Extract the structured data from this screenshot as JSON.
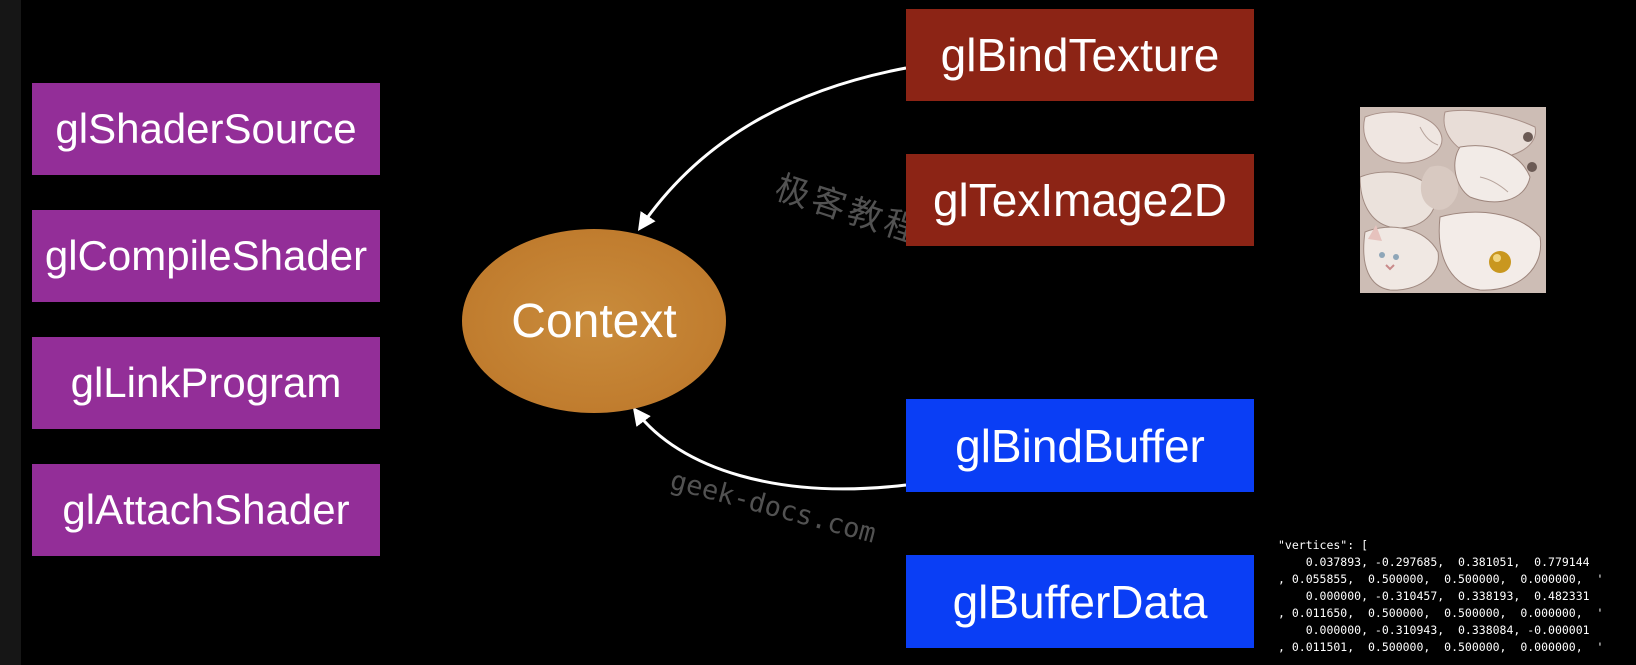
{
  "left_boxes": [
    {
      "label": "glShaderSource"
    },
    {
      "label": "glCompileShader"
    },
    {
      "label": "glLinkProgram"
    },
    {
      "label": "glAttachShader"
    }
  ],
  "texture_boxes": [
    {
      "label": "glBindTexture"
    },
    {
      "label": "glTexImage2D"
    }
  ],
  "buffer_boxes": [
    {
      "label": "glBindBuffer"
    },
    {
      "label": "glBufferData"
    }
  ],
  "context": {
    "label": "Context"
  },
  "watermarks": {
    "chinese": "极客教程",
    "domain": "geek-docs.com"
  },
  "code": {
    "header": "\"vertices\": [",
    "lines": [
      "    0.037893, -0.297685,  0.381051,  0.779144",
      ", 0.055855,  0.500000,  0.500000,  0.000000,  '",
      "    0.000000, -0.310457,  0.338193,  0.482331",
      ", 0.011650,  0.500000,  0.500000,  0.000000,  '",
      "    0.000000, -0.310943,  0.338084, -0.000001",
      ", 0.011501,  0.500000,  0.500000,  0.000000,  '"
    ]
  },
  "colors": {
    "background": "#000000",
    "purple": "#932e98",
    "red": "#8c2415",
    "blue": "#0a3ef5",
    "context": "#c07c2e",
    "arrow": "#ffffff"
  },
  "icons": {
    "texture_image": "cat-texture-image"
  }
}
